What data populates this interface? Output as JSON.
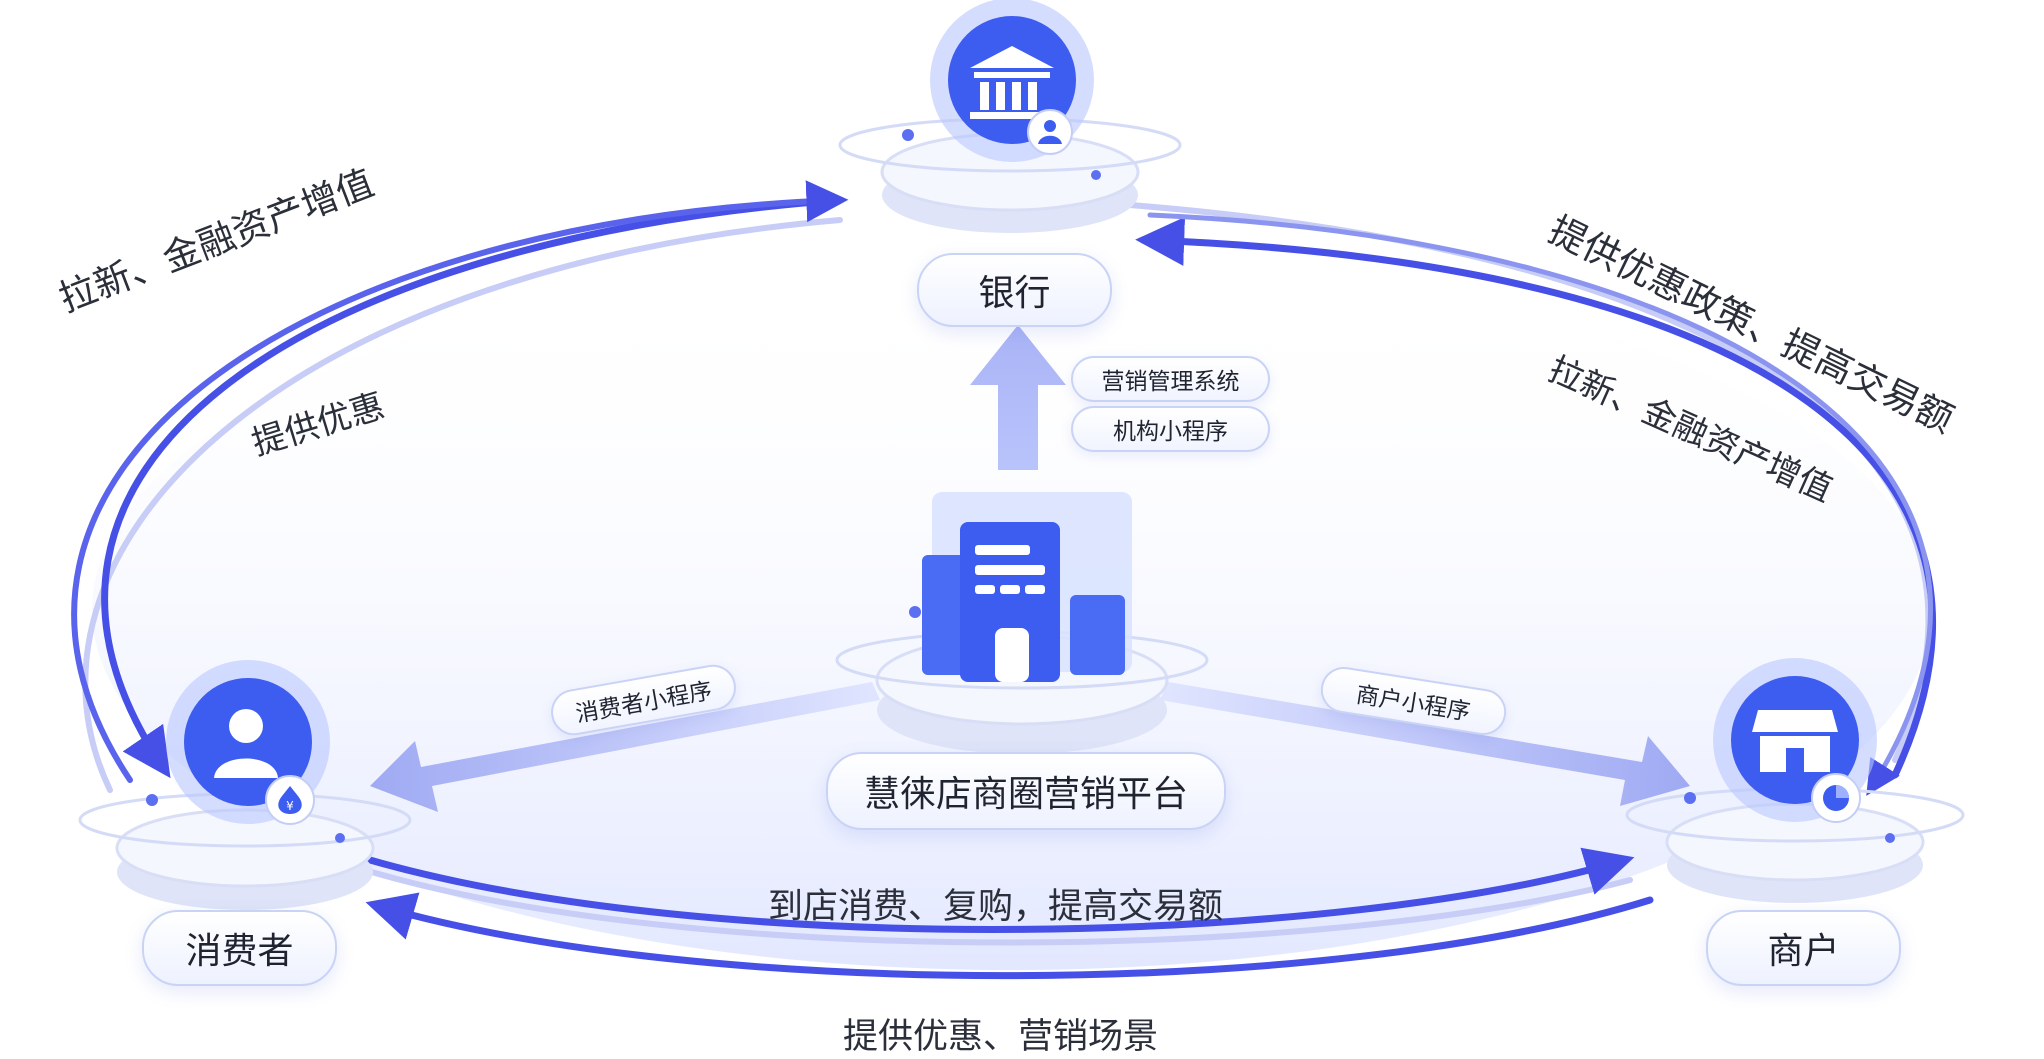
{
  "nodes": {
    "bank": "银行",
    "consumer": "消费者",
    "merchant": "商户",
    "platform": "慧徕店商圈营销平台"
  },
  "tags": {
    "marketing_system": "营销管理系统",
    "org_mini_program": "机构小程序",
    "consumer_mini_program": "消费者小程序",
    "merchant_mini_program": "商户小程序"
  },
  "flows": {
    "bank_to_consumer_outer": "拉新、金融资产增值",
    "bank_to_consumer_inner": "提供优惠",
    "merchant_to_bank_outer": "提供优惠政策、提高交易额",
    "merchant_to_bank_inner": "拉新、金融资产增值",
    "consumer_to_merchant": "到店消费、复购，提高交易额",
    "merchant_to_consumer": "提供优惠、营销场景"
  },
  "icons": {
    "bank": "bank-building-icon",
    "bank_badge": "user-icon",
    "consumer": "person-icon",
    "consumer_badge": "money-bag-icon",
    "merchant": "storefront-icon",
    "merchant_badge": "pie-chart-icon",
    "platform": "office-building-icon"
  },
  "colors": {
    "arrow_dark": "#4650e6",
    "arrow_light": "#aab4f4",
    "node_blue": "#3d5cf0",
    "text": "#2b2f3a"
  }
}
